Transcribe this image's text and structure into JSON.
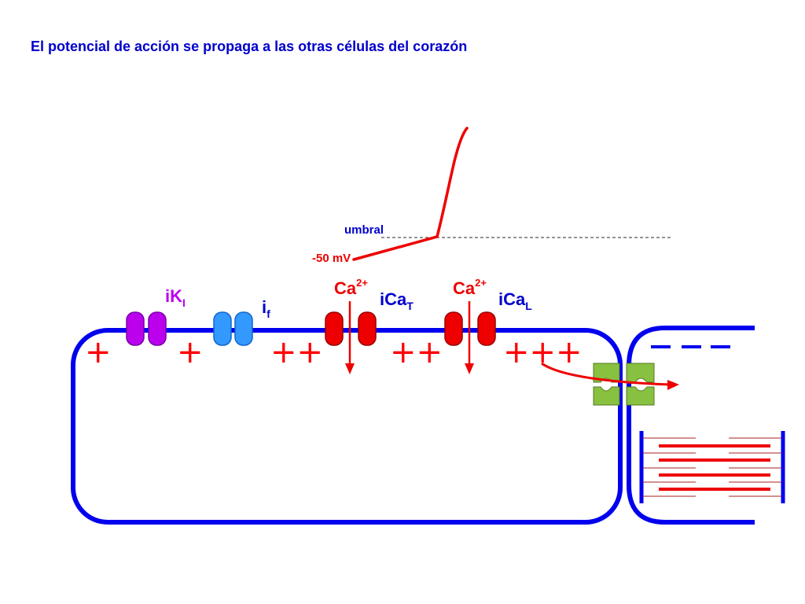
{
  "title": "El potencial de acción se propaga a las otras células del corazón",
  "labels": {
    "umbral": "umbral",
    "voltage": "-50 mV",
    "ik_main": "iK",
    "ik_sub": "I",
    "if_main": "i",
    "if_sub": "f",
    "ca_t_ion": "Ca",
    "ca_t_ion_sup": "2+",
    "ca_t_main": "iCa",
    "ca_t_sub": "T",
    "ca_l_ion": "Ca",
    "ca_l_ion_sup": "2+",
    "ca_l_main": "iCa",
    "ca_l_sub": "L"
  },
  "charges": {
    "plus_1": "+",
    "plus_2": "+",
    "plus_3": "++",
    "plus_4": "++",
    "plus_5": "+++"
  },
  "colors": {
    "membrane": "#0000ee",
    "trace": "#ee0000",
    "ik_channel": "#bb00ee",
    "if_channel": "#3399ff",
    "ca_channel": "#ee0000",
    "gap_junction": "#88c040",
    "text_blue": "#0000cc",
    "text_purple": "#bb00ee"
  }
}
